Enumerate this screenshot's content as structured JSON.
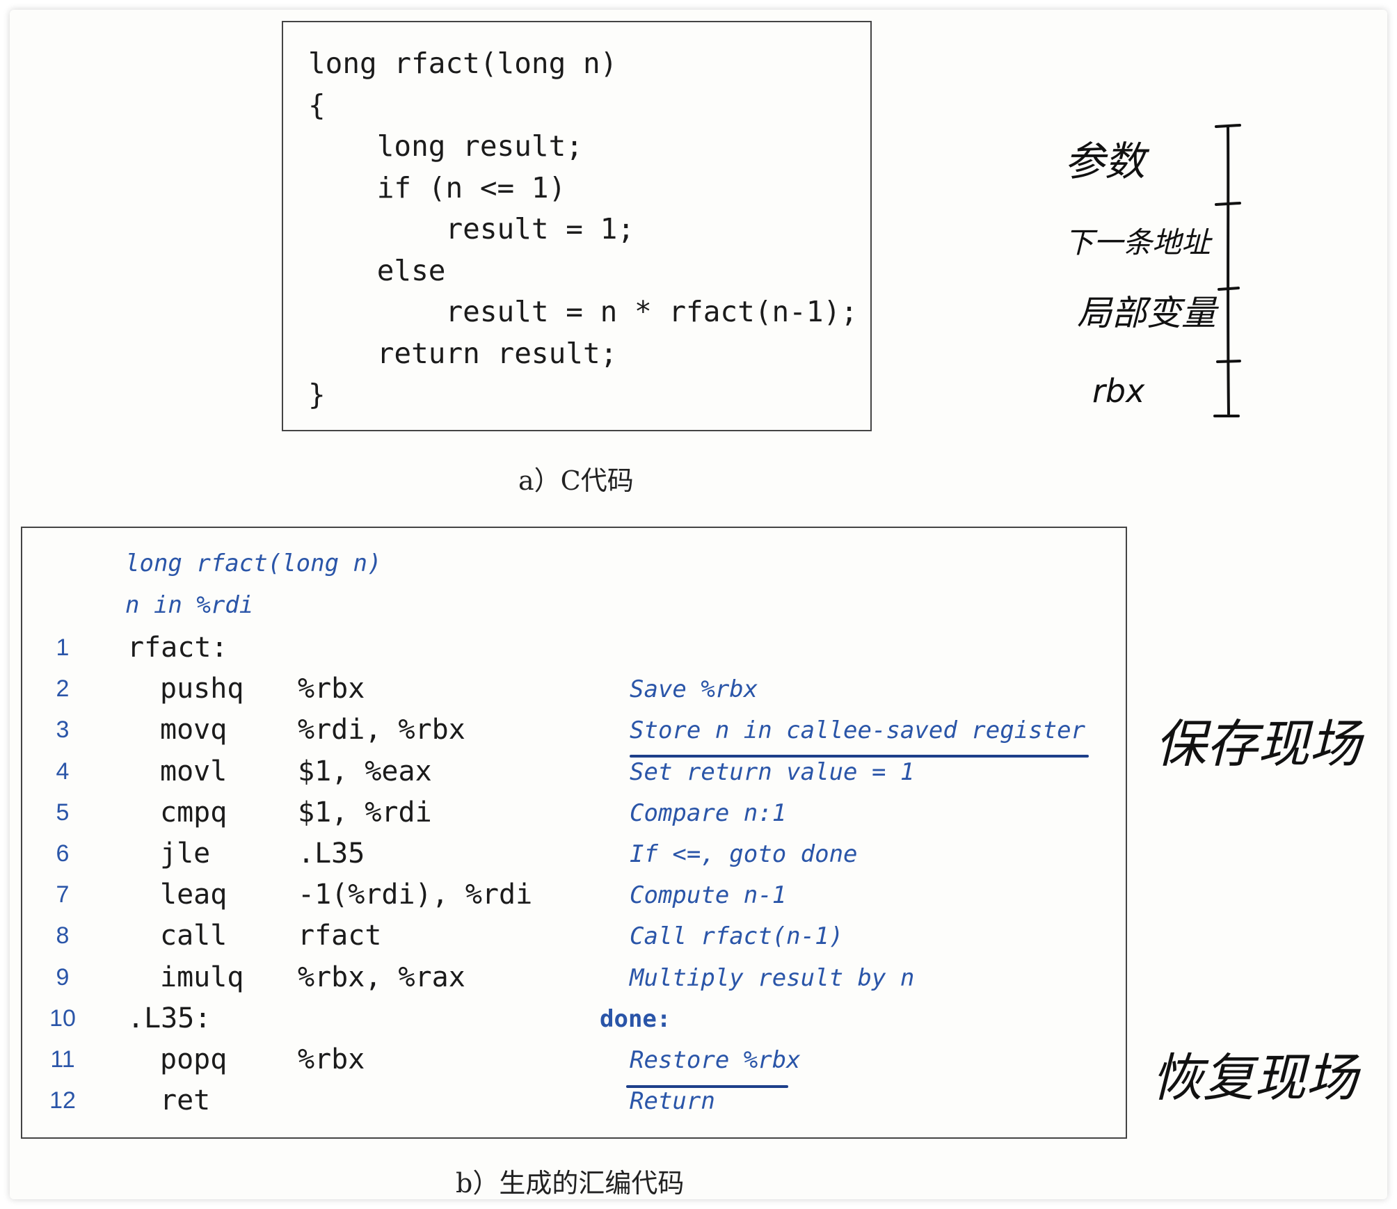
{
  "c_code": {
    "lines": [
      "long rfact(long n)",
      "{",
      "    long result;",
      "    if (n <= 1)",
      "        result = 1;",
      "    else",
      "        result = n * rfact(n-1);",
      "    return result;",
      "}"
    ],
    "caption": "a）C代码"
  },
  "handwritten_stack": {
    "labels": [
      "参数",
      "下一条地址",
      "局部变量",
      "rbx"
    ]
  },
  "asm": {
    "header": [
      "long rfact(long n)",
      "n in %rdi"
    ],
    "rows": [
      {
        "num": "1",
        "label": "rfact:",
        "op": "",
        "args": "",
        "comment": ""
      },
      {
        "num": "2",
        "label": "",
        "op": "pushq",
        "args": "%rbx",
        "comment": "Save %rbx"
      },
      {
        "num": "3",
        "label": "",
        "op": "movq",
        "args": "%rdi, %rbx",
        "comment": "Store n in callee-saved register"
      },
      {
        "num": "4",
        "label": "",
        "op": "movl",
        "args": "$1, %eax",
        "comment": "Set return value = 1"
      },
      {
        "num": "5",
        "label": "",
        "op": "cmpq",
        "args": "$1, %rdi",
        "comment": "Compare n:1"
      },
      {
        "num": "6",
        "label": "",
        "op": "jle",
        "args": ".L35",
        "comment": "If <=, goto done"
      },
      {
        "num": "7",
        "label": "",
        "op": "leaq",
        "args": "-1(%rdi), %rdi",
        "comment": "Compute n-1"
      },
      {
        "num": "8",
        "label": "",
        "op": "call",
        "args": "rfact",
        "comment": "Call rfact(n-1)"
      },
      {
        "num": "9",
        "label": "",
        "op": "imulq",
        "args": "%rbx, %rax",
        "comment": "Multiply result by n"
      },
      {
        "num": "10",
        "label": ".L35:",
        "op": "",
        "args": "",
        "comment": "",
        "done": "done:"
      },
      {
        "num": "11",
        "label": "",
        "op": "popq",
        "args": "%rbx",
        "comment": "Restore %rbx"
      },
      {
        "num": "12",
        "label": "",
        "op": "ret",
        "args": "",
        "comment": "Return"
      }
    ],
    "caption": "b）生成的汇编代码"
  },
  "handwritten_notes": {
    "save_context": "保存现场",
    "restore_context": "恢复现场"
  },
  "colors": {
    "code_text": "#1b1b1b",
    "comment_blue": "#2a55a8",
    "ink_blue": "#1d3f8a"
  }
}
